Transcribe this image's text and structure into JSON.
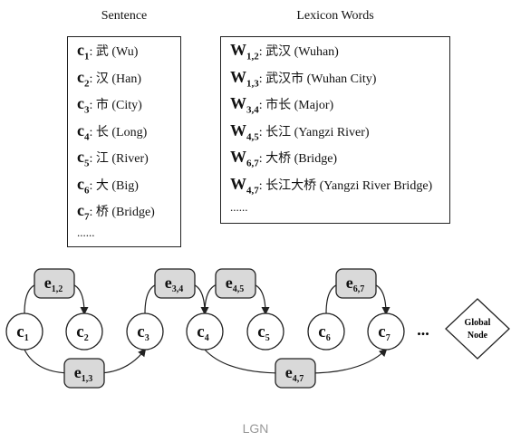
{
  "headings": {
    "sentence": "Sentence",
    "lexicon": "Lexicon Words"
  },
  "sentence_items": [
    {
      "sym": "c",
      "sub": "1",
      "text": ": 武 (Wu)"
    },
    {
      "sym": "c",
      "sub": "2",
      "text": ": 汉 (Han)"
    },
    {
      "sym": "c",
      "sub": "3",
      "text": ": 市 (City)"
    },
    {
      "sym": "c",
      "sub": "4",
      "text": ": 长 (Long)"
    },
    {
      "sym": "c",
      "sub": "5",
      "text": ": 江 (River)"
    },
    {
      "sym": "c",
      "sub": "6",
      "text": ": 大 (Big)"
    },
    {
      "sym": "c",
      "sub": "7",
      "text": ": 桥 (Bridge)"
    }
  ],
  "sentence_more": "......",
  "lexicon_items": [
    {
      "sym": "W",
      "sub": "1,2",
      "text": ": 武汉 (Wuhan)"
    },
    {
      "sym": "W",
      "sub": "1,3",
      "text": ": 武汉市 (Wuhan City)"
    },
    {
      "sym": "W",
      "sub": "3,4",
      "text": ": 市长 (Major)"
    },
    {
      "sym": "W",
      "sub": "4,5",
      "text": ": 长江 (Yangzi River)"
    },
    {
      "sym": "W",
      "sub": "6,7",
      "text": ": 大桥 (Bridge)"
    },
    {
      "sym": "W",
      "sub": "4,7",
      "text": ": 长江大桥 (Yangzi River Bridge)"
    }
  ],
  "lexicon_more": "......",
  "graph": {
    "char_nodes": [
      {
        "sym": "c",
        "sub": "1"
      },
      {
        "sym": "c",
        "sub": "2"
      },
      {
        "sym": "c",
        "sub": "3"
      },
      {
        "sym": "c",
        "sub": "4"
      },
      {
        "sym": "c",
        "sub": "5"
      },
      {
        "sym": "c",
        "sub": "6"
      },
      {
        "sym": "c",
        "sub": "7"
      }
    ],
    "edge_nodes": [
      {
        "sym": "e",
        "sub": "1,2"
      },
      {
        "sym": "e",
        "sub": "3,4"
      },
      {
        "sym": "e",
        "sub": "4,5"
      },
      {
        "sym": "e",
        "sub": "6,7"
      },
      {
        "sym": "e",
        "sub": "1,3"
      },
      {
        "sym": "e",
        "sub": "4,7"
      }
    ],
    "ellipsis": "...",
    "global_node": [
      "Global",
      "Node"
    ]
  },
  "caption": "LGN",
  "colors": {
    "edge_fill": "#d9d9d9",
    "stroke": "#222222",
    "caption": "#999999"
  }
}
